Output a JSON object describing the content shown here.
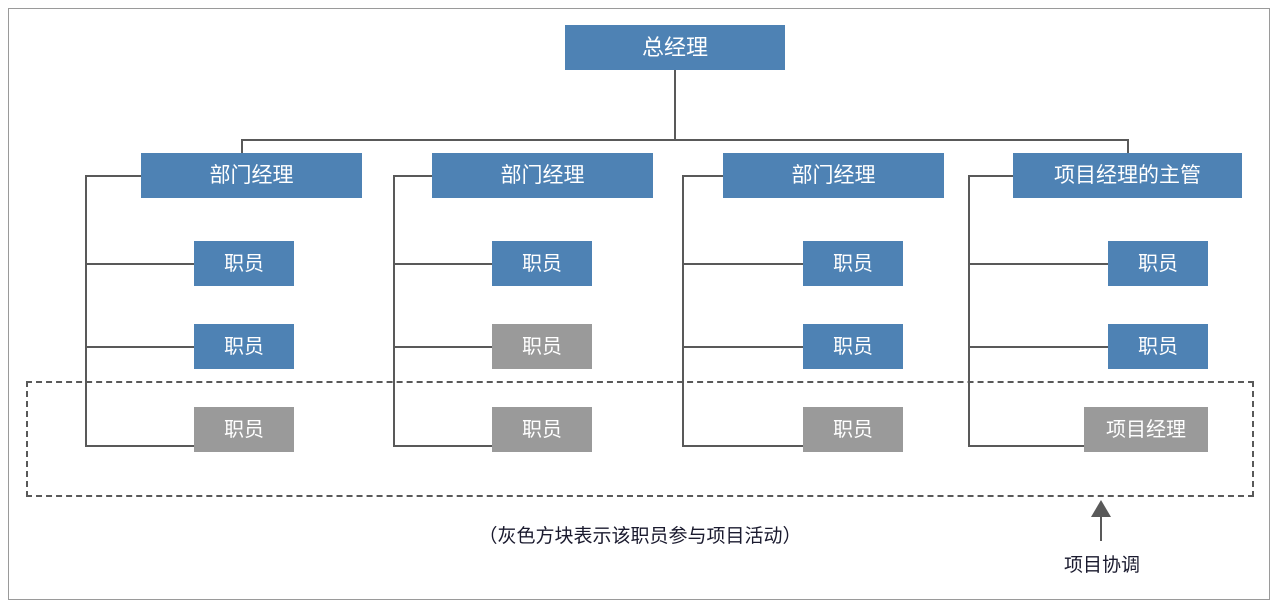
{
  "diagram": {
    "title_node": {
      "label": "总经理",
      "color": "#4E82B4"
    },
    "colors": {
      "blue": "#4E82B4",
      "gray": "#9A9A9A",
      "line": "#595959",
      "frame": "#9A9A9A"
    },
    "columns": [
      {
        "manager": {
          "label": "部门经理",
          "style": "blue"
        },
        "reports": [
          {
            "label": "职员",
            "style": "blue"
          },
          {
            "label": "职员",
            "style": "blue"
          },
          {
            "label": "职员",
            "style": "gray"
          }
        ]
      },
      {
        "manager": {
          "label": "部门经理",
          "style": "blue"
        },
        "reports": [
          {
            "label": "职员",
            "style": "blue"
          },
          {
            "label": "职员",
            "style": "gray"
          },
          {
            "label": "职员",
            "style": "gray"
          }
        ]
      },
      {
        "manager": {
          "label": "部门经理",
          "style": "blue"
        },
        "reports": [
          {
            "label": "职员",
            "style": "blue"
          },
          {
            "label": "职员",
            "style": "blue"
          },
          {
            "label": "职员",
            "style": "gray"
          }
        ]
      },
      {
        "manager": {
          "label": "项目经理的主管",
          "style": "blue"
        },
        "reports": [
          {
            "label": "职员",
            "style": "blue"
          },
          {
            "label": "职员",
            "style": "blue"
          },
          {
            "label": "项目经理",
            "style": "gray"
          }
        ]
      }
    ],
    "caption": "（灰色方块表示该职员参与项目活动）",
    "annotation": {
      "label": "项目协调",
      "icon": "up-arrow-icon"
    }
  }
}
